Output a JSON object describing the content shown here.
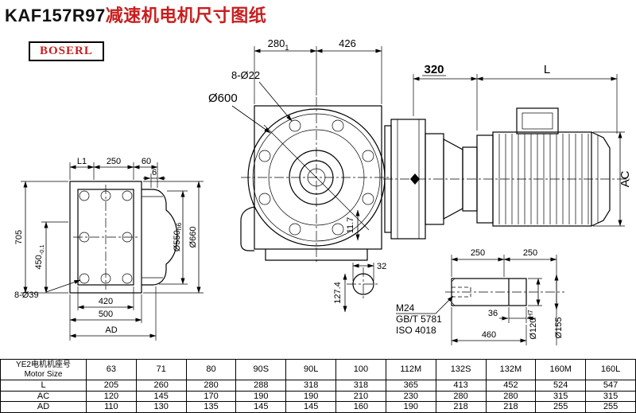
{
  "title": {
    "model": "KAF157R97",
    "suffix": "减速机电机尺寸图纸"
  },
  "logo": {
    "text": "BOSERL"
  },
  "colors": {
    "accent_red": "#c81e1e",
    "line": "#000000",
    "background": "#ffffff"
  },
  "dims": {
    "l1": "L1",
    "top250": "250",
    "top60": "60",
    "top6": "6",
    "h705": "705",
    "h450": "450",
    "h450_tol": "-0.1",
    "holes_back": "8-Ø39",
    "w420": "420",
    "w500": "500",
    "ad": "AD",
    "d550": "Ø550",
    "d550_fit": "h6",
    "d660": "Ø660",
    "w280": "280",
    "w280_tol": "1",
    "w426": "426",
    "holes_front": "8-Ø22",
    "d600": "Ø600",
    "len320": "320",
    "lenL": "L",
    "ac": "AC",
    "t117": "11.7",
    "sec32": "32",
    "sec1274": "127.4",
    "m24": "M24",
    "gbt": "GB/T  5781",
    "iso": "ISO  4018",
    "sh250a": "250",
    "sh250b": "250",
    "sh36": "36",
    "sh460": "460",
    "d120": "Ø120",
    "d120_fit": "H7",
    "d155": "Ø155"
  },
  "table": {
    "header_cn": "YE2电机机座号",
    "header_en": "Motor Size",
    "sizes": [
      "63",
      "71",
      "80",
      "90S",
      "90L",
      "100",
      "112M",
      "132S",
      "132M",
      "160M",
      "160L"
    ],
    "rows": [
      {
        "label": "L",
        "values": [
          "205",
          "260",
          "280",
          "288",
          "318",
          "318",
          "365",
          "413",
          "452",
          "524",
          "547"
        ]
      },
      {
        "label": "AC",
        "values": [
          "120",
          "145",
          "170",
          "190",
          "190",
          "210",
          "230",
          "280",
          "280",
          "315",
          "315"
        ]
      },
      {
        "label": "AD",
        "values": [
          "110",
          "130",
          "135",
          "145",
          "145",
          "160",
          "190",
          "218",
          "218",
          "255",
          "255"
        ]
      }
    ]
  }
}
